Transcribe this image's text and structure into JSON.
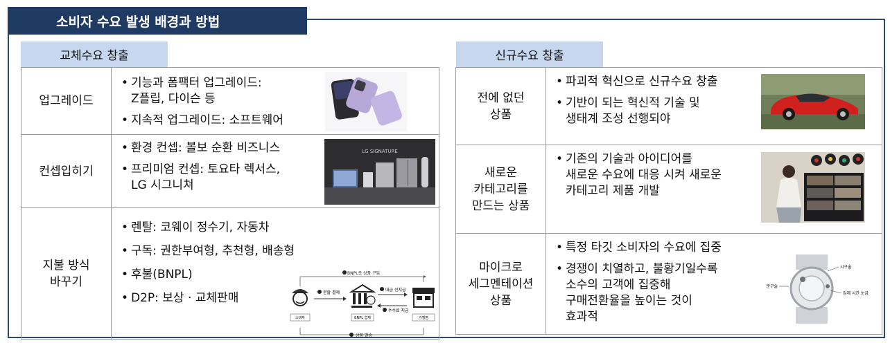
{
  "title": "소비자 수요 발생 배경과 방법",
  "left": {
    "tab": "교체수요 창출",
    "rows": [
      {
        "label": "업그레이드",
        "bullets": [
          "기능과 폼팩터 업그레이드:\nZ플립, 다이슨 등",
          "지속적 업그레이드: 소프트웨어"
        ]
      },
      {
        "label": "컨셉입히기",
        "bullets": [
          "환경 컨셉: 볼보 순환 비즈니스",
          "프리미엄 컨셉: 토요타 렉서스,\nLG 시그니쳐"
        ]
      },
      {
        "label": "지불 방식\n바꾸기",
        "bullets": [
          "렌탈: 코웨이 정수기, 자동차",
          "구독: 권한부여형, 추천형, 배송형",
          "후불(BNPL)",
          "D2P: 보상 · 교체판매"
        ]
      }
    ],
    "bnpl": {
      "top": "BNPL로 상품 구입",
      "bottom": "상품 발송",
      "step1": "분할 결제",
      "step2": "대금 선지급",
      "step3": "수수료 지급",
      "n1": "1",
      "n2": "2",
      "n3": "3",
      "n4": "4",
      "consumer": "소비자",
      "company": "BNPL 업체",
      "merchant": "가맹점"
    },
    "signature_logo": "LG SIGNATURE"
  },
  "right": {
    "tab": "신규수요 창출",
    "rows": [
      {
        "label": "전에 없던\n상품",
        "bullets": [
          "파괴적 혁신으로 신규수요 창출",
          "기반이 되는 혁신적 기술 및\n생태계 조성 선행되야"
        ]
      },
      {
        "label": "새로운\n카테고리를\n만드는 상품",
        "bullets": [
          "기존의 기술과 아이디어를\n새로운 수요에 대응 시켜 새로운\n카테고리 제품 개발"
        ]
      },
      {
        "label": "마이크로\n세그멘테이션\n상품",
        "bullets": [
          "특정 타깃 소비자의 수요에 집중",
          "경쟁이 치열하고, 불황기일수록\n소수의 고객에 집중해\n구매전환율을 높이는 것이\n효과적"
        ]
      }
    ],
    "watch": {
      "left": "분구술",
      "top": "시구술",
      "right": "입체 시간 눈금"
    }
  },
  "colors": {
    "navy": "#1f3b63",
    "tab": "#c6d7ee",
    "border": "#2b4a72"
  }
}
